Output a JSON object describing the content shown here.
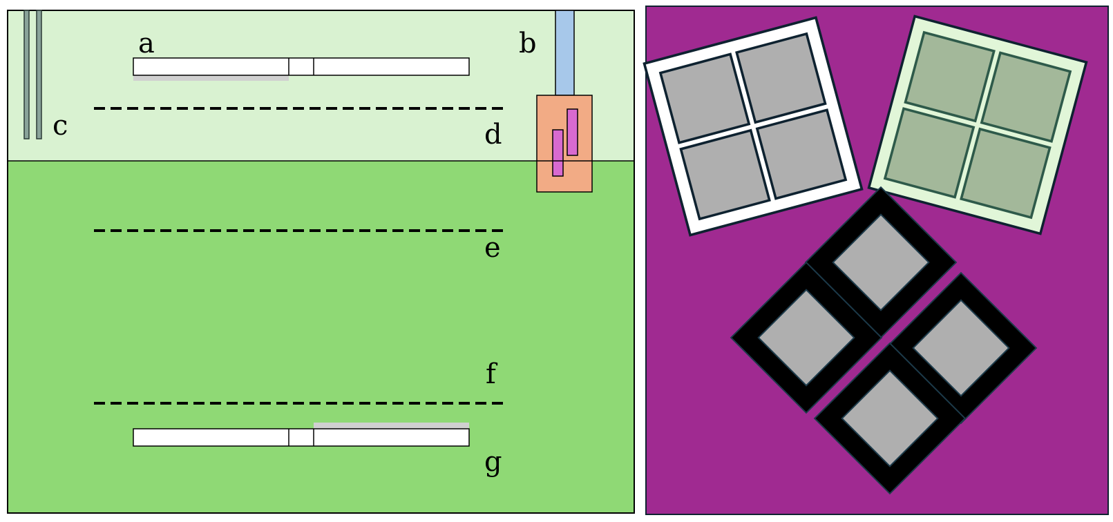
{
  "labels": {
    "a": "a",
    "b": "b",
    "c": "c",
    "d": "d",
    "e": "e",
    "f": "f",
    "g": "g"
  },
  "colors": {
    "upper_zone": "#d9f2d1",
    "lower_zone": "#8fd975",
    "pipe": "#a7c8ea",
    "box": "#f2ab85",
    "probe": "#d86ad0",
    "rods": "#8aa39a",
    "shadow": "#d0d0d0",
    "right_bg": "#a02a91",
    "pane": "#afafaf",
    "pane_green": "#a3b89a",
    "frame_green": "#e1f6d8",
    "diamond_frame": "#000000"
  }
}
